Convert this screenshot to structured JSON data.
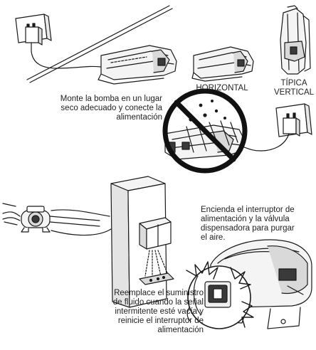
{
  "captions": {
    "step1": "Monte la bomba en un lugar\nseco adecuado y conecte la\nalimentación",
    "horizontal_label": "HORIZONTAL",
    "vertical_label": "TÍPICA\nVERTICAL",
    "step2": "Encienda el interruptor de\nalimentación y la válvula\ndispensadora para purgar\nel aire.",
    "step3": "Reemplace el suministro\nde fluido cuando la señal\nintermitente esté vacía y\nreinicie el interruptor de\nalimentación"
  },
  "colors": {
    "line": "#1a1a1a",
    "fill_light": "#f4f4f4",
    "fill_mid": "#d9d9d9",
    "fill_dark": "#3a3a3a",
    "prohibit": "#111111"
  }
}
